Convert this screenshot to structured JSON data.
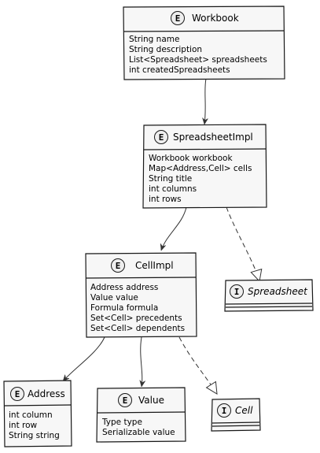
{
  "diagram": {
    "entities": {
      "workbook": {
        "badge": "E",
        "name": "Workbook",
        "fields": [
          "String name",
          "String description",
          "List<Spreadsheet> spreadsheets",
          "int createdSpreadsheets"
        ]
      },
      "spreadsheet_impl": {
        "badge": "E",
        "name": "SpreadsheetImpl",
        "fields": [
          "Workbook workbook",
          "Map<Address,Cell> cells",
          "String title",
          "int columns",
          "int rows"
        ]
      },
      "cell_impl": {
        "badge": "E",
        "name": "CellImpl",
        "fields": [
          "Address address",
          "Value value",
          "Formula formula",
          "Set<Cell> precedents",
          "Set<Cell> dependents"
        ]
      },
      "address": {
        "badge": "E",
        "name": "Address",
        "fields": [
          "int column",
          "int row",
          "String string"
        ]
      },
      "value": {
        "badge": "E",
        "name": "Value",
        "fields": [
          "Type type",
          "Serializable value"
        ]
      }
    },
    "interfaces": {
      "spreadsheet": {
        "badge": "I",
        "name": "Spreadsheet"
      },
      "cell": {
        "badge": "I",
        "name": "Cell"
      }
    },
    "colors": {
      "box_fill": "#f7f7f7",
      "border": "#181818",
      "badge_fill": "#eeeeee",
      "edge": "#333333"
    }
  }
}
